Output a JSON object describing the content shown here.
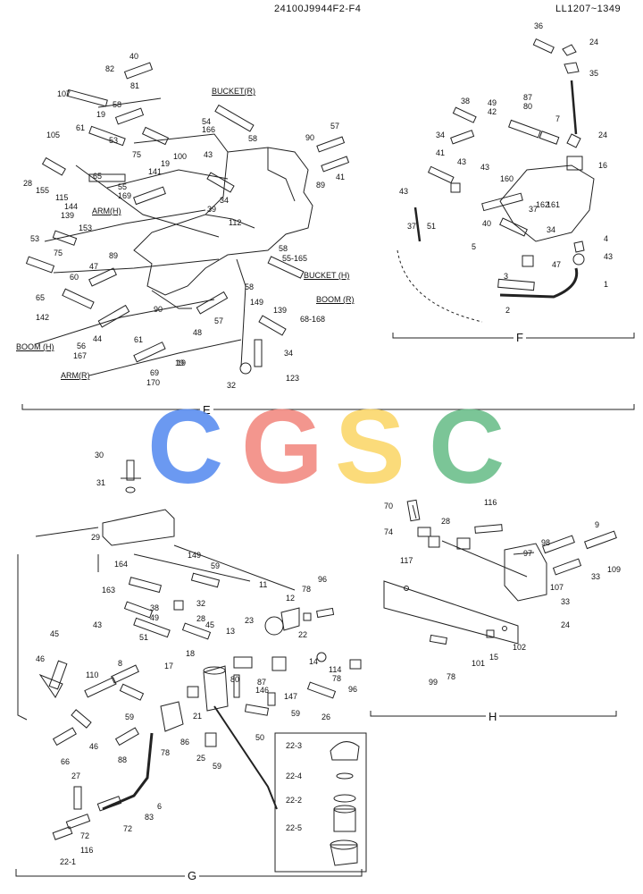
{
  "header": {
    "drawing_no": "24100J9944F2-F4",
    "serial_range": "LL1207~1349"
  },
  "watermark": {
    "letters": [
      "C",
      "G",
      "S",
      "C"
    ],
    "colors": [
      "#5b8ef0",
      "#f28b82",
      "#fbd76b",
      "#6dbf8c"
    ]
  },
  "sections": {
    "E": "E",
    "F": "F",
    "G": "G",
    "H": "H"
  },
  "labels_E": {
    "bucket_r": "BUCKET(R)",
    "arm_h": "ARM(H)",
    "bucket_h": "BUCKET (H)",
    "boom_r": "BOOM (R)",
    "boom_h": "BOOM (H)",
    "arm_r": "ARM(R)"
  },
  "callouts_E": [
    "40",
    "82",
    "81",
    "107",
    "58",
    "19",
    "54",
    "166",
    "61",
    "53",
    "58",
    "105",
    "75",
    "90",
    "57",
    "28",
    "155",
    "115",
    "144",
    "139",
    "65",
    "55",
    "169",
    "141",
    "19",
    "100",
    "43",
    "34",
    "89",
    "41",
    "39",
    "112",
    "153",
    "53",
    "75",
    "58",
    "55-165",
    "47",
    "89",
    "65",
    "60",
    "58",
    "142",
    "56",
    "167",
    "44",
    "90",
    "61",
    "57",
    "48",
    "19",
    "149",
    "139",
    "68-168",
    "69",
    "170",
    "19",
    "34",
    "32",
    "123"
  ],
  "callouts_F": [
    "36",
    "24",
    "35",
    "38",
    "49",
    "42",
    "87",
    "80",
    "7",
    "34",
    "24",
    "16",
    "41",
    "43",
    "43",
    "160",
    "43",
    "37",
    "51",
    "40",
    "162",
    "161",
    "37",
    "34",
    "5",
    "4",
    "43",
    "47",
    "3",
    "1",
    "2"
  ],
  "callouts_G": [
    "30",
    "31",
    "29",
    "149",
    "59",
    "164",
    "163",
    "38",
    "49",
    "43",
    "51",
    "32",
    "28",
    "45",
    "96",
    "11",
    "12",
    "78",
    "23",
    "13",
    "18",
    "22",
    "14",
    "114",
    "78",
    "96",
    "45",
    "46",
    "110",
    "8",
    "17",
    "80",
    "87",
    "146",
    "147",
    "59",
    "46",
    "59",
    "26",
    "21",
    "86",
    "78",
    "25",
    "59",
    "50",
    "66",
    "88",
    "6",
    "27",
    "72",
    "83",
    "72",
    "116",
    "22-1",
    "22-3",
    "22-4",
    "22-2",
    "22-5"
  ],
  "callouts_H": [
    "70",
    "116",
    "74",
    "28",
    "9",
    "117",
    "97",
    "98",
    "109",
    "33",
    "107",
    "33",
    "24",
    "102",
    "15",
    "101",
    "78",
    "99"
  ]
}
